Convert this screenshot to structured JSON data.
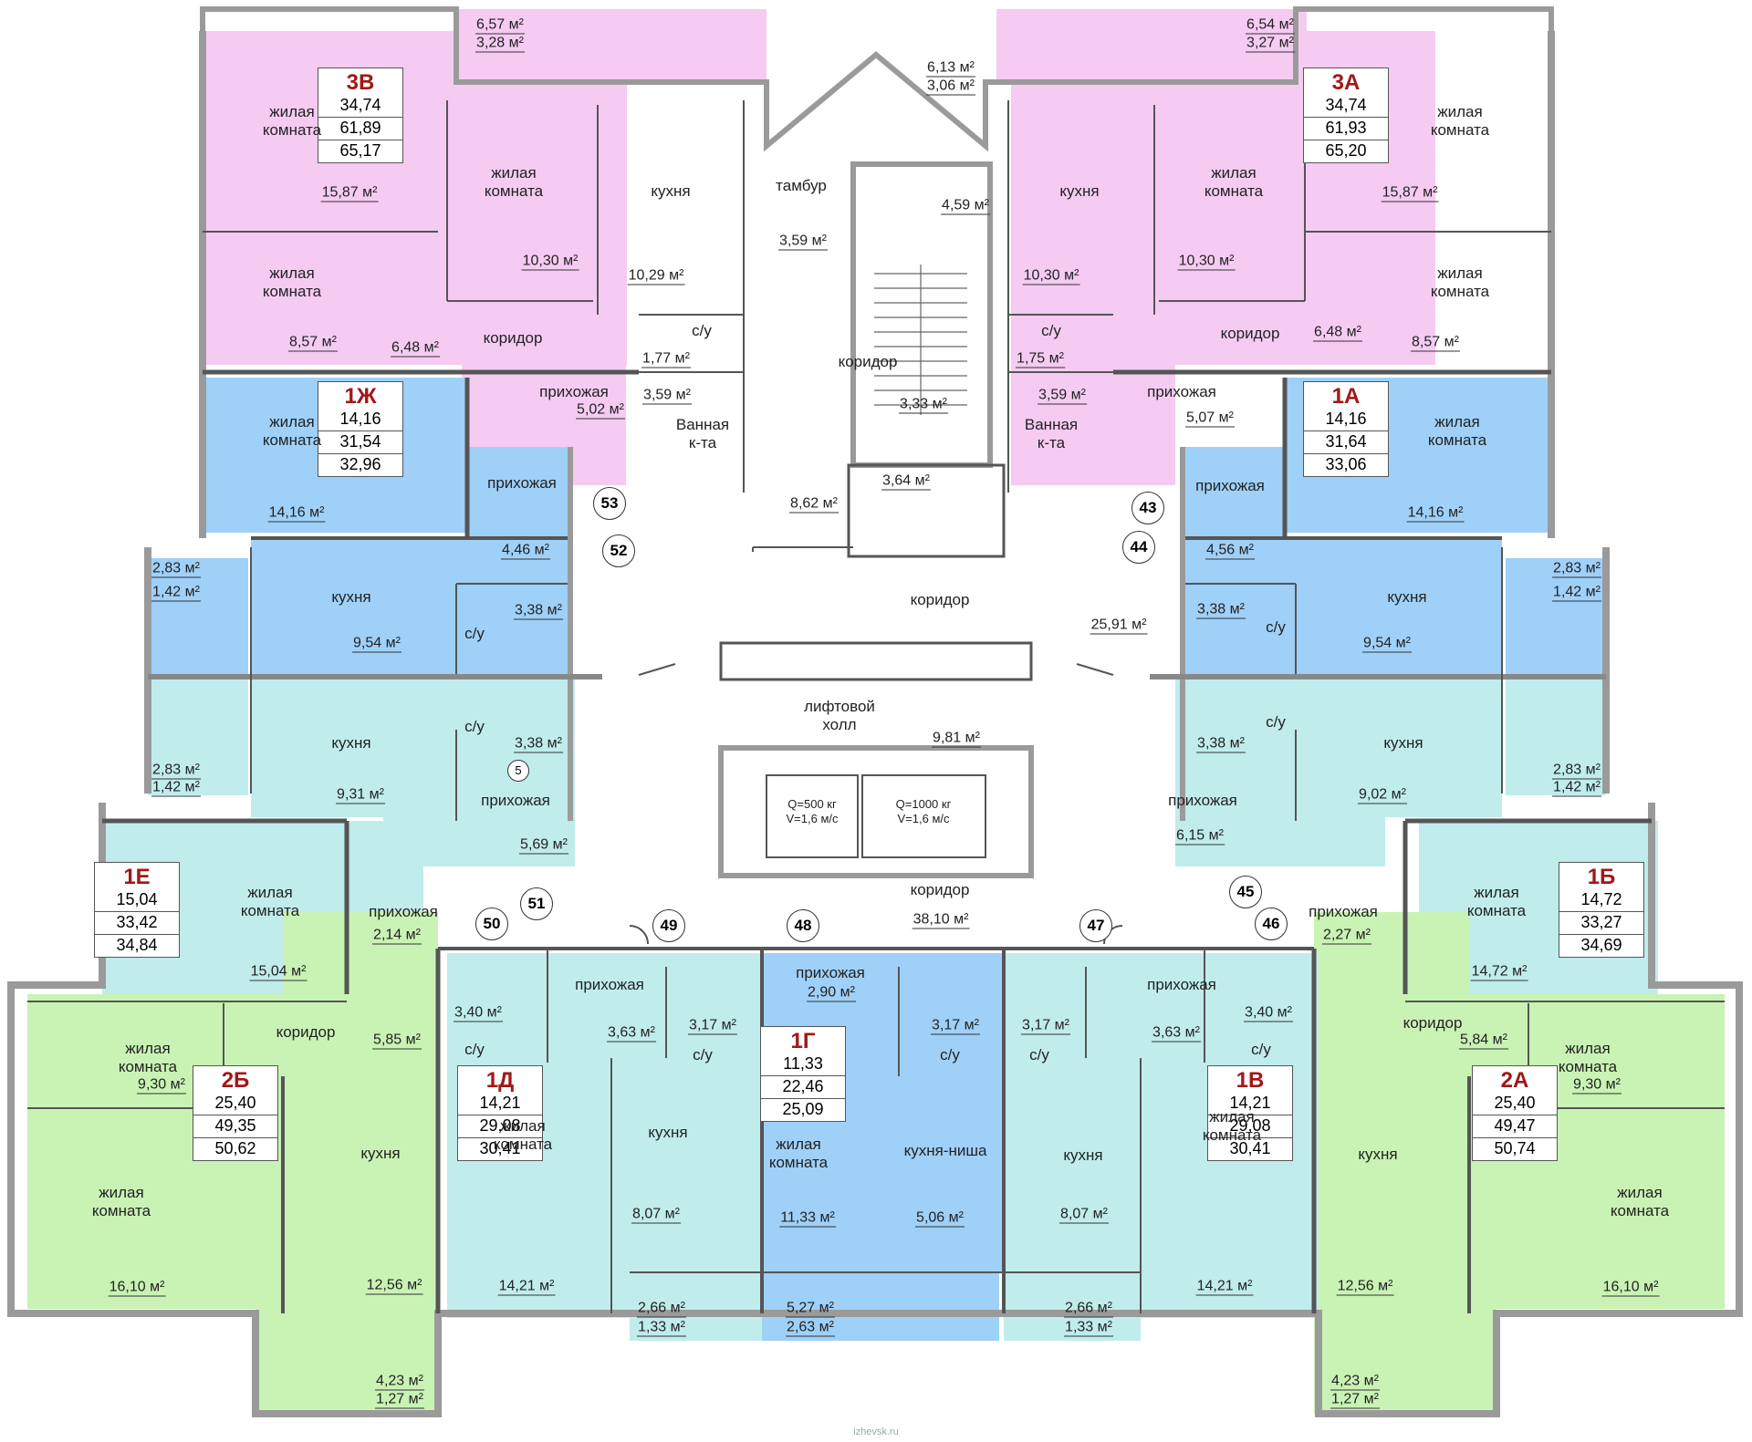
{
  "colors": {
    "pink": "#f5cbf2",
    "blue": "#9fd0f8",
    "cyan": "#c0ecec",
    "green": "#c9f3b4",
    "wall": "#b5b5b5",
    "corridor": "#ffffff"
  },
  "apartments": [
    {
      "label": "3В",
      "values": [
        "34,74",
        "61,89",
        "65,17"
      ],
      "color": "pink"
    },
    {
      "label": "3А",
      "values": [
        "34,74",
        "61,93",
        "65,20"
      ],
      "color": "pink"
    },
    {
      "label": "1Ж",
      "values": [
        "14,16",
        "31,54",
        "32,96"
      ],
      "color": "blue"
    },
    {
      "label": "1А",
      "values": [
        "14,16",
        "31,64",
        "33,06"
      ],
      "color": "blue"
    },
    {
      "label": "1Е",
      "values": [
        "15,04",
        "33,42",
        "34,84"
      ],
      "color": "cyan"
    },
    {
      "label": "1Б",
      "values": [
        "14,72",
        "33,27",
        "34,69"
      ],
      "color": "cyan"
    },
    {
      "label": "1Г",
      "values": [
        "11,33",
        "22,46",
        "25,09"
      ],
      "color": "blue"
    },
    {
      "label": "1Д",
      "values": [
        "14,21",
        "29,08",
        "30,41"
      ],
      "color": "cyan"
    },
    {
      "label": "1В",
      "values": [
        "14,21",
        "29,08",
        "30,41"
      ],
      "color": "cyan"
    },
    {
      "label": "2Б",
      "values": [
        "25,40",
        "49,35",
        "50,62"
      ],
      "color": "green"
    },
    {
      "label": "2А",
      "values": [
        "25,40",
        "49,47",
        "50,74"
      ],
      "color": "green"
    }
  ],
  "rooms": [
    {
      "name": "жилая\nкомната",
      "area": "15,87 м²"
    },
    {
      "name": "жилая\nкомната",
      "area": "10,30 м²"
    },
    {
      "name": "кухня",
      "area": "10,29 м²"
    },
    {
      "name": "жилая\nкомната",
      "area": "8,57 м²"
    },
    {
      "name": "коридор",
      "area": "6,48 м²"
    },
    {
      "name": "с/у",
      "area": "1,77 м²"
    },
    {
      "name": "прихожая",
      "area": "5,02 м²"
    },
    {
      "name": "Ванная\nк-та",
      "area": "3,59 м²"
    },
    {
      "name": "тамбур",
      "area": "3,59 м²"
    },
    {
      "name": "коридор",
      "area": "3,33 м²"
    },
    {
      "name": "кухня",
      "area": "10,30 м²"
    },
    {
      "name": "жилая\nкомната",
      "area": "10,30 м²"
    },
    {
      "name": "жилая\nкомната",
      "area": "15,87 м²"
    },
    {
      "name": "жилая\nкомната",
      "area": "8,57 м²"
    },
    {
      "name": "коридор",
      "area": "6,48 м²"
    },
    {
      "name": "с/у",
      "area": "1,75 м²"
    },
    {
      "name": "прихожая",
      "area": "5,07 м²"
    },
    {
      "name": "Ванная\nк-та",
      "area": "3,59 м²"
    },
    {
      "name": "жилая\nкомната",
      "area": "14,16 м²"
    },
    {
      "name": "прихожая",
      "area": "4,46 м²"
    },
    {
      "name": "кухня",
      "area": "9,54 м²"
    },
    {
      "name": "с/у",
      "area": "3,38 м²"
    },
    {
      "name": "жилая\nкомната",
      "area": "14,16 м²"
    },
    {
      "name": "прихожая",
      "area": "4,56 м²"
    },
    {
      "name": "кухня",
      "area": "9,54 м²"
    },
    {
      "name": "с/у",
      "area": "3,38 м²"
    },
    {
      "name": "коридор",
      "area": "25,91 м²"
    },
    {
      "name": "кухня",
      "area": "9,31 м²"
    },
    {
      "name": "с/у",
      "area": "3,38 м²"
    },
    {
      "name": "прихожая",
      "area": "5,69 м²"
    },
    {
      "name": "лифтовой\nхолл",
      "area": "9,81 м²"
    },
    {
      "name": "кухня",
      "area": "9,02 м²"
    },
    {
      "name": "с/у",
      "area": "3,38 м²"
    },
    {
      "name": "прихожая",
      "area": "6,15 м²"
    },
    {
      "name": "жилая\nкомната",
      "area": "15,04 м²"
    },
    {
      "name": "прихожая",
      "area": "2,14 м²"
    },
    {
      "name": "коридор",
      "area": "38,10 м²"
    },
    {
      "name": "прихожая",
      "area": "2,27 м²"
    },
    {
      "name": "жилая\nкомната",
      "area": "14,72 м²"
    },
    {
      "name": "коридор",
      "area": "5,85 м²"
    },
    {
      "name": "с/у",
      "area": "3,40 м²"
    },
    {
      "name": "прихожая",
      "area": "3,63 м²"
    },
    {
      "name": "с/у",
      "area": "3,17 м²"
    },
    {
      "name": "прихожая",
      "area": "2,90 м²"
    },
    {
      "name": "с/у",
      "area": "3,17 м²"
    },
    {
      "name": "с/у",
      "area": "3,17 м²"
    },
    {
      "name": "прихожая",
      "area": "3,63 м²"
    },
    {
      "name": "с/у",
      "area": "3,40 м²"
    },
    {
      "name": "коридор",
      "area": "5,84 м²"
    },
    {
      "name": "жилая\nкомната",
      "area": "9,30 м²"
    },
    {
      "name": "жилая\nкомната",
      "area": "16,10 м²"
    },
    {
      "name": "кухня",
      "area": "12,56 м²"
    },
    {
      "name": "жилая\nкомната",
      "area": "14,21 м²"
    },
    {
      "name": "кухня",
      "area": "8,07 м²"
    },
    {
      "name": "жилая\nкомната",
      "area": "11,33 м²"
    },
    {
      "name": "кухня-ниша",
      "area": "5,06 м²"
    },
    {
      "name": "кухня",
      "area": "8,07 м²"
    },
    {
      "name": "жилая\nкомната",
      "area": "14,21 м²"
    },
    {
      "name": "кухня",
      "area": "12,56 м²"
    },
    {
      "name": "жилая\nкомната",
      "area": "9,30 м²"
    },
    {
      "name": "жилая\nкомната",
      "area": "16,10 м²"
    }
  ],
  "areas": [
    "6,57 м²",
    "3,28 м²",
    "6,54 м²",
    "3,27 м²",
    "6,13 м²",
    "3,06 м²",
    "4,59 м²",
    "8,62 м²",
    "3,64 м²",
    "2,83 м²",
    "1,42 м²",
    "2,83 м²",
    "1,42 м²",
    "2,83 м²",
    "1,42 м²",
    "2,83 м²",
    "1,42 м²",
    "2,66 м²",
    "1,33 м²",
    "5,27 м²",
    "2,63 м²",
    "2,66 м²",
    "1,33 м²",
    "4,23 м²",
    "1,27 м²",
    "4,23 м²",
    "1,27 м²"
  ],
  "numbers": [
    "53",
    "52",
    "43",
    "44",
    "51",
    "50",
    "45",
    "46",
    "49",
    "48",
    "47",
    "5"
  ],
  "lifts": [
    "Q=500 кг\nV=1,6 м/с",
    "Q=1000 кг\nV=1,6 м/с"
  ],
  "watermark": "izhevsk.ru"
}
